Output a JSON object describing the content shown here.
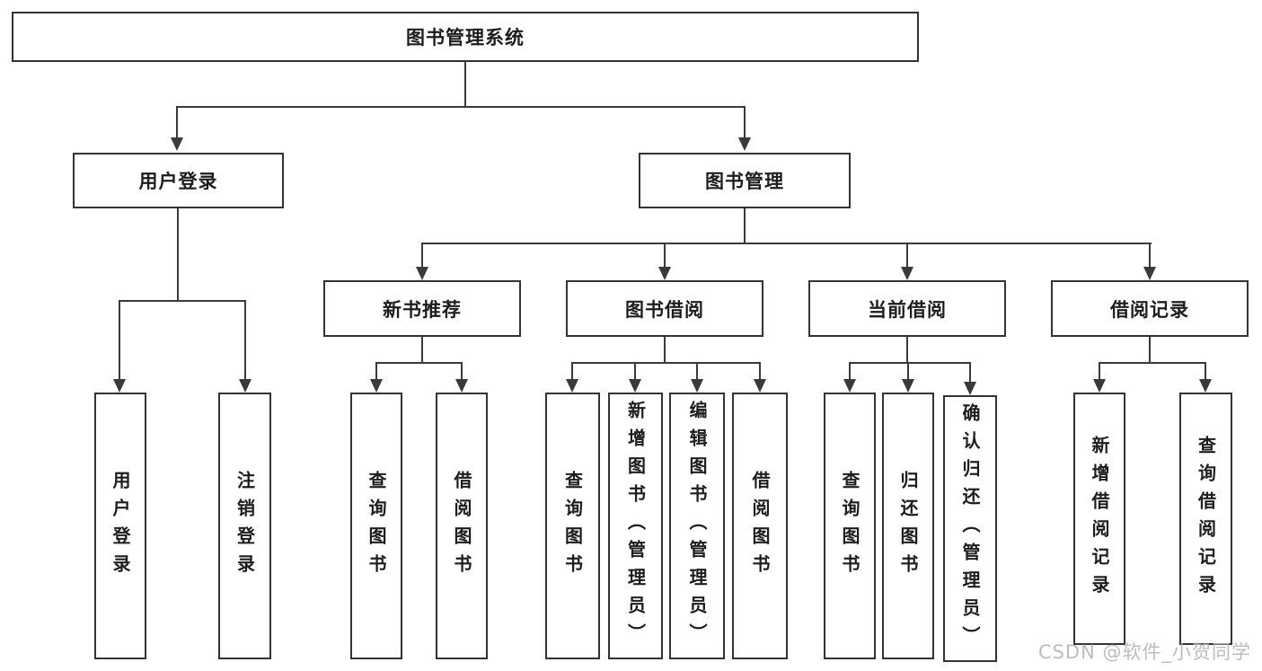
{
  "diagram": {
    "type": "hierarchy-tree",
    "nodes": {
      "root": {
        "label": "图书管理系统"
      },
      "user_login": {
        "label": "用户登录"
      },
      "book_mgmt": {
        "label": "图书管理"
      },
      "new_books": {
        "label": "新书推荐"
      },
      "borrowing": {
        "label": "图书借阅"
      },
      "current": {
        "label": "当前借阅"
      },
      "records": {
        "label": "借阅记录"
      },
      "leaf_user_login": {
        "label": "用户登录"
      },
      "leaf_logout": {
        "label": "注销登录"
      },
      "leaf_nb_query": {
        "label": "查询图书"
      },
      "leaf_nb_borrow": {
        "label": "借阅图书"
      },
      "leaf_bw_query": {
        "label": "查询图书"
      },
      "leaf_bw_add": {
        "label": "新增图书（管理员）"
      },
      "leaf_bw_edit": {
        "label": "编辑图书（管理员）"
      },
      "leaf_bw_borrow": {
        "label": "借阅图书"
      },
      "leaf_cu_query": {
        "label": "查询图书"
      },
      "leaf_cu_return": {
        "label": "归还图书"
      },
      "leaf_cu_confirm": {
        "label": "确认归还（管理员）"
      },
      "leaf_rc_add": {
        "label": "新增借阅记录"
      },
      "leaf_rc_query": {
        "label": "查询借阅记录"
      }
    },
    "edges": [
      [
        "root",
        "user_login"
      ],
      [
        "root",
        "book_mgmt"
      ],
      [
        "user_login",
        "leaf_user_login"
      ],
      [
        "user_login",
        "leaf_logout"
      ],
      [
        "book_mgmt",
        "new_books"
      ],
      [
        "book_mgmt",
        "borrowing"
      ],
      [
        "book_mgmt",
        "current"
      ],
      [
        "book_mgmt",
        "records"
      ],
      [
        "new_books",
        "leaf_nb_query"
      ],
      [
        "new_books",
        "leaf_nb_borrow"
      ],
      [
        "borrowing",
        "leaf_bw_query"
      ],
      [
        "borrowing",
        "leaf_bw_add"
      ],
      [
        "borrowing",
        "leaf_bw_edit"
      ],
      [
        "borrowing",
        "leaf_bw_borrow"
      ],
      [
        "current",
        "leaf_cu_query"
      ],
      [
        "current",
        "leaf_cu_return"
      ],
      [
        "current",
        "leaf_cu_confirm"
      ],
      [
        "records",
        "leaf_rc_add"
      ],
      [
        "records",
        "leaf_rc_query"
      ]
    ]
  },
  "watermark": {
    "text": "CSDN @软件_小贺同学"
  },
  "colors": {
    "line": "#3a3a3a",
    "border": "#333333",
    "text": "#1d1d1f",
    "watermark": "#b3b3b3",
    "background": "#ffffff"
  }
}
